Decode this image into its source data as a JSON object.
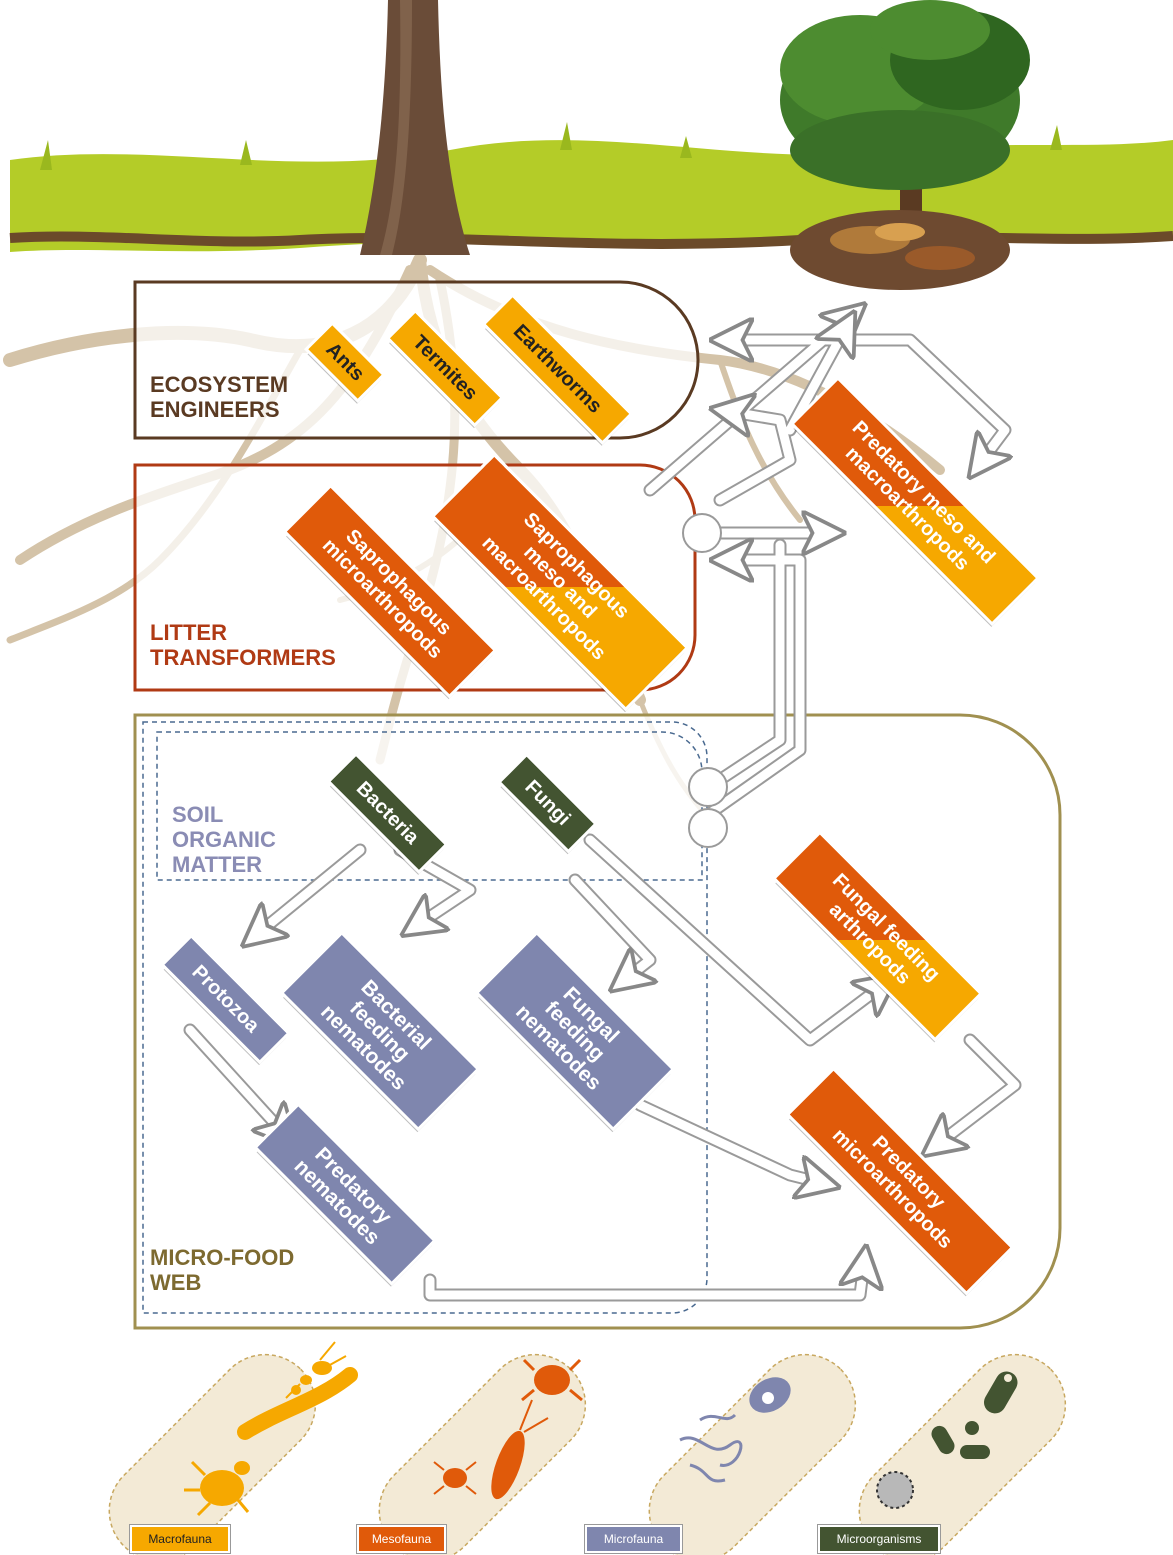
{
  "colors": {
    "ecosystem_border": "#5a3a22",
    "litter_border": "#b03a14",
    "microweb_border": "#a09050",
    "som_dash": "#4a6a90",
    "macro": "#f6a800",
    "meso": "#e05a0a",
    "micro": "#7f86ae",
    "organism": "#435431",
    "grass": "#b4cc28",
    "soil_line": "#6b4a2a",
    "root": "#cdb999",
    "label_brown": "#5a3a22",
    "label_red": "#b03a14",
    "label_olive": "#7d6a30",
    "label_blue": "#8a8cb4"
  },
  "groups": {
    "ecosystem_engineers": "ECOSYSTEM\nENGINEERS",
    "litter_transformers": "LITTER\nTRANSFORMERS",
    "soil_organic_matter": "SOIL\nORGANIC\nMATTER",
    "micro_food_web": "MICRO-FOOD\nWEB"
  },
  "nodes": {
    "ants": "Ants",
    "termites": "Termites",
    "earthworms": "Earthworms",
    "saprophagous_micro": "Saprophagous\nmicroarthropods",
    "saprophagous_meso": "Saprophagous\nmeso and\nmacroarthropods",
    "predatory_meso": "Predatory meso and\nmacroarthropods",
    "bacteria": "Bacteria",
    "fungi": "Fungi",
    "protozoa": "Protozoa",
    "bacterial_feeding": "Bacterial\nfeeding\nnematodes",
    "fungal_feeding_nematodes": "Fungal\nfeeding\nnematodes",
    "fungal_feeding_arthropods": "Fungal feeding\narthropods",
    "predatory_nematodes": "Predatory\nnematodes",
    "predatory_micro": "Predatory\nmicroarthropods"
  },
  "legend": {
    "macrofauna": "Macrofauna",
    "mesofauna": "Mesofauna",
    "microfauna": "Microfauna",
    "microorganisms": "Microorganisms"
  },
  "icons": [
    "tree-trunk-icon",
    "tree-canopy-icon",
    "leaf-litter-icon",
    "ant-icon",
    "millipede-icon",
    "beetle-icon",
    "mite-icon",
    "springtail-icon",
    "nematode-icon",
    "protozoan-icon",
    "spore-icon",
    "bacteria-icon"
  ]
}
